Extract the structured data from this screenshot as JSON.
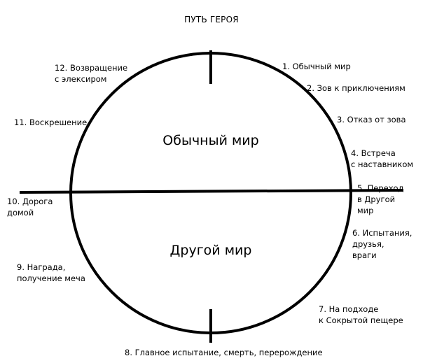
{
  "title": "ПУТЬ ГЕРОЯ",
  "regions": {
    "upper": "Обычный мир",
    "lower": "Другой мир"
  },
  "stages": [
    {
      "lines": [
        "1. Обычный мир"
      ]
    },
    {
      "lines": [
        "2. Зов к приключениям"
      ]
    },
    {
      "lines": [
        "3. Отказ от зова"
      ]
    },
    {
      "lines": [
        "4. Встреча",
        "с наставником"
      ]
    },
    {
      "lines": [
        "5. Переход",
        "в Другой",
        "мир"
      ]
    },
    {
      "lines": [
        "6. Испытания,",
        "друзья,",
        "враги"
      ]
    },
    {
      "lines": [
        "7. На подходе",
        "к Сокрытой пещере"
      ]
    },
    {
      "lines": [
        "8. Главное испытание, смерть, перерождение"
      ]
    },
    {
      "lines": [
        "9. Награда,",
        "получение меча"
      ]
    },
    {
      "lines": [
        "10. Дорога",
        "домой"
      ]
    },
    {
      "lines": [
        "11. Воскрешение"
      ]
    },
    {
      "lines": [
        "12. Возвращение",
        "с элексиром"
      ]
    }
  ],
  "colors": {
    "stroke": "#000000",
    "background": "#ffffff"
  }
}
